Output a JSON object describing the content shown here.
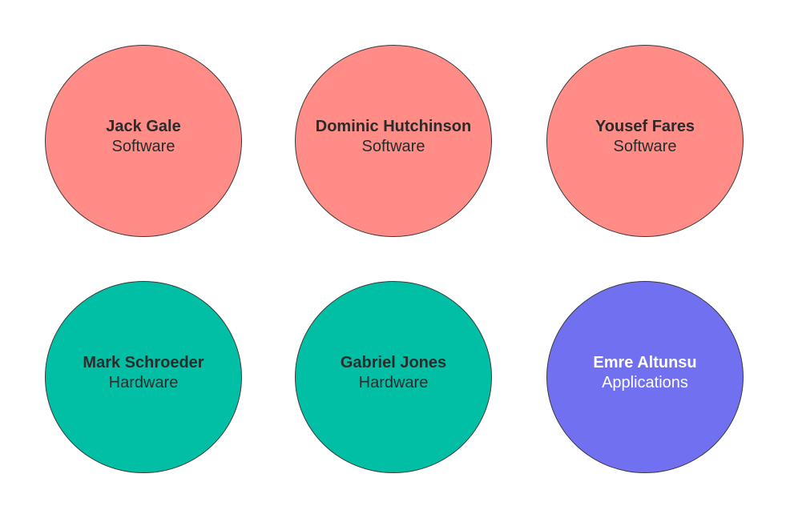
{
  "nodes": [
    {
      "name": "Jack Gale",
      "department": "Software",
      "fill": "#ff8c86"
    },
    {
      "name": "Dominic Hutchinson",
      "department": "Software",
      "fill": "#ff8c86"
    },
    {
      "name": "Yousef Fares",
      "department": "Software",
      "fill": "#ff8c86"
    },
    {
      "name": "Mark Schroeder",
      "department": "Hardware",
      "fill": "#00bfa5"
    },
    {
      "name": "Gabriel Jones",
      "department": "Hardware",
      "fill": "#00bfa5"
    },
    {
      "name": "Emre Altunsu",
      "department": "Applications",
      "fill": "#7070f0"
    }
  ]
}
